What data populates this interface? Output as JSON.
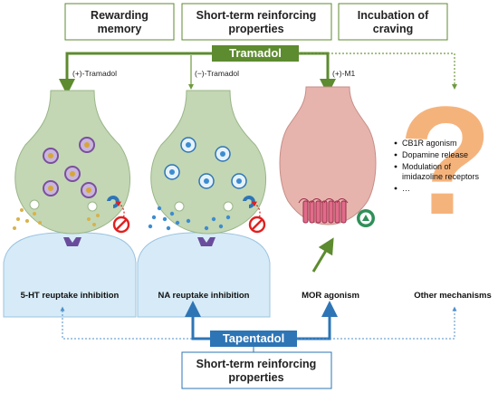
{
  "top_boxes": [
    "Rewarding memory",
    "Short-term reinforcing properties",
    "Incubation of craving"
  ],
  "tramadol": {
    "label": "Tramadol",
    "enantiomers": [
      "(+)-Tramadol",
      "(−)-Tramadol",
      "(+)-M1"
    ]
  },
  "mechanisms": [
    "5-HT reuptake inhibition",
    "NA reuptake inhibition",
    "MOR agonism",
    "Other mechanisms"
  ],
  "other_mechanisms_list": [
    "CB1R agonism",
    "Dopamine release",
    "Modulation of imidazoline receptors",
    "…"
  ],
  "tapentadol": {
    "label": "Tapentadol",
    "effect": "Short-term reinforcing properties"
  },
  "question_mark": "?",
  "colors": {
    "tramadol_green": "#5d8b2f",
    "tapentadol_blue": "#2e75b6",
    "neuron_green": "#c3d7b4",
    "neuron_pink": "#e7b4ad",
    "post_blue": "#d6ebf7",
    "question_orange": "#f5b37c"
  }
}
